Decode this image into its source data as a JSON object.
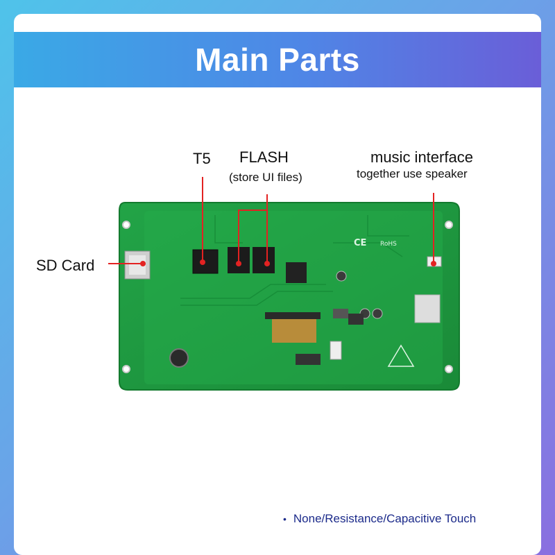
{
  "title": "Main Parts",
  "labels": {
    "t5": "T5",
    "flash": "FLASH",
    "flash_sub": "(store UI files)",
    "music": "music interface",
    "music_sub": "together use speaker",
    "sd": "SD Card"
  },
  "board_marks": {
    "ce": "CE",
    "rohs": "RoHS"
  },
  "footer": {
    "bullet": "•",
    "text": "None/Resistance/Capacitive Touch"
  },
  "colors": {
    "pcb": "#1f9a3e",
    "leader": "#e32222",
    "footer_text": "#1b2a8a"
  }
}
